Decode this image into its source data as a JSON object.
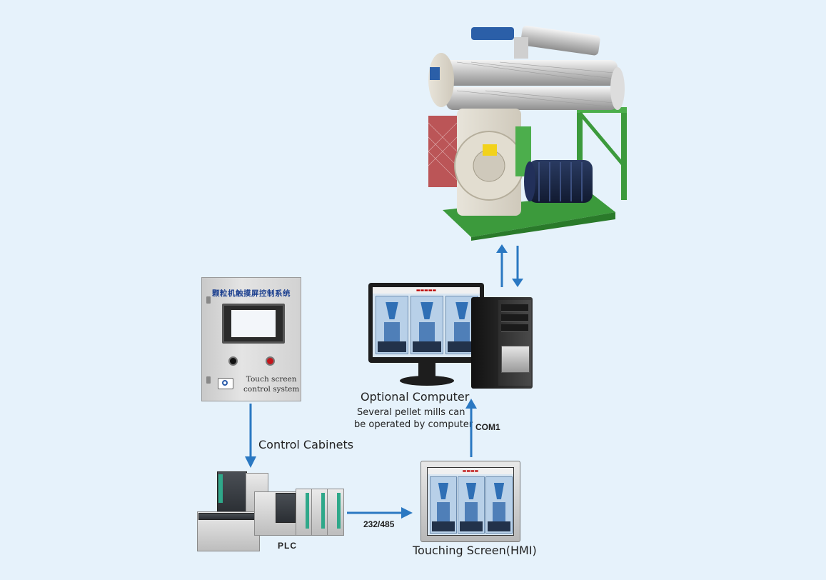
{
  "labels": {
    "optional_computer": "Optional Computer",
    "several_mills_line1": "Several pellet mills can",
    "several_mills_line2": "be operated by computer",
    "com1": "COM1",
    "control_cabinets": "Control Cabinets",
    "plc": "PLC",
    "port_232_485": "232/485",
    "touching_screen": "Touching Screen(HMI)"
  },
  "cabinet": {
    "title": "颗粒机触摸屏控制系统",
    "text_line1": "Touch screen",
    "text_line2": "control system"
  },
  "colors": {
    "background": "#e6f2fb",
    "arrow": "#2a78c2",
    "mill_green": "#3c9a3c",
    "motor_navy": "#1c2a4a"
  },
  "icons": {
    "pellet_mill": "pellet-mill-machine",
    "cabinet": "control-cabinet",
    "computer": "desktop-computer",
    "plc": "plc-modules",
    "hmi": "touch-panel"
  }
}
